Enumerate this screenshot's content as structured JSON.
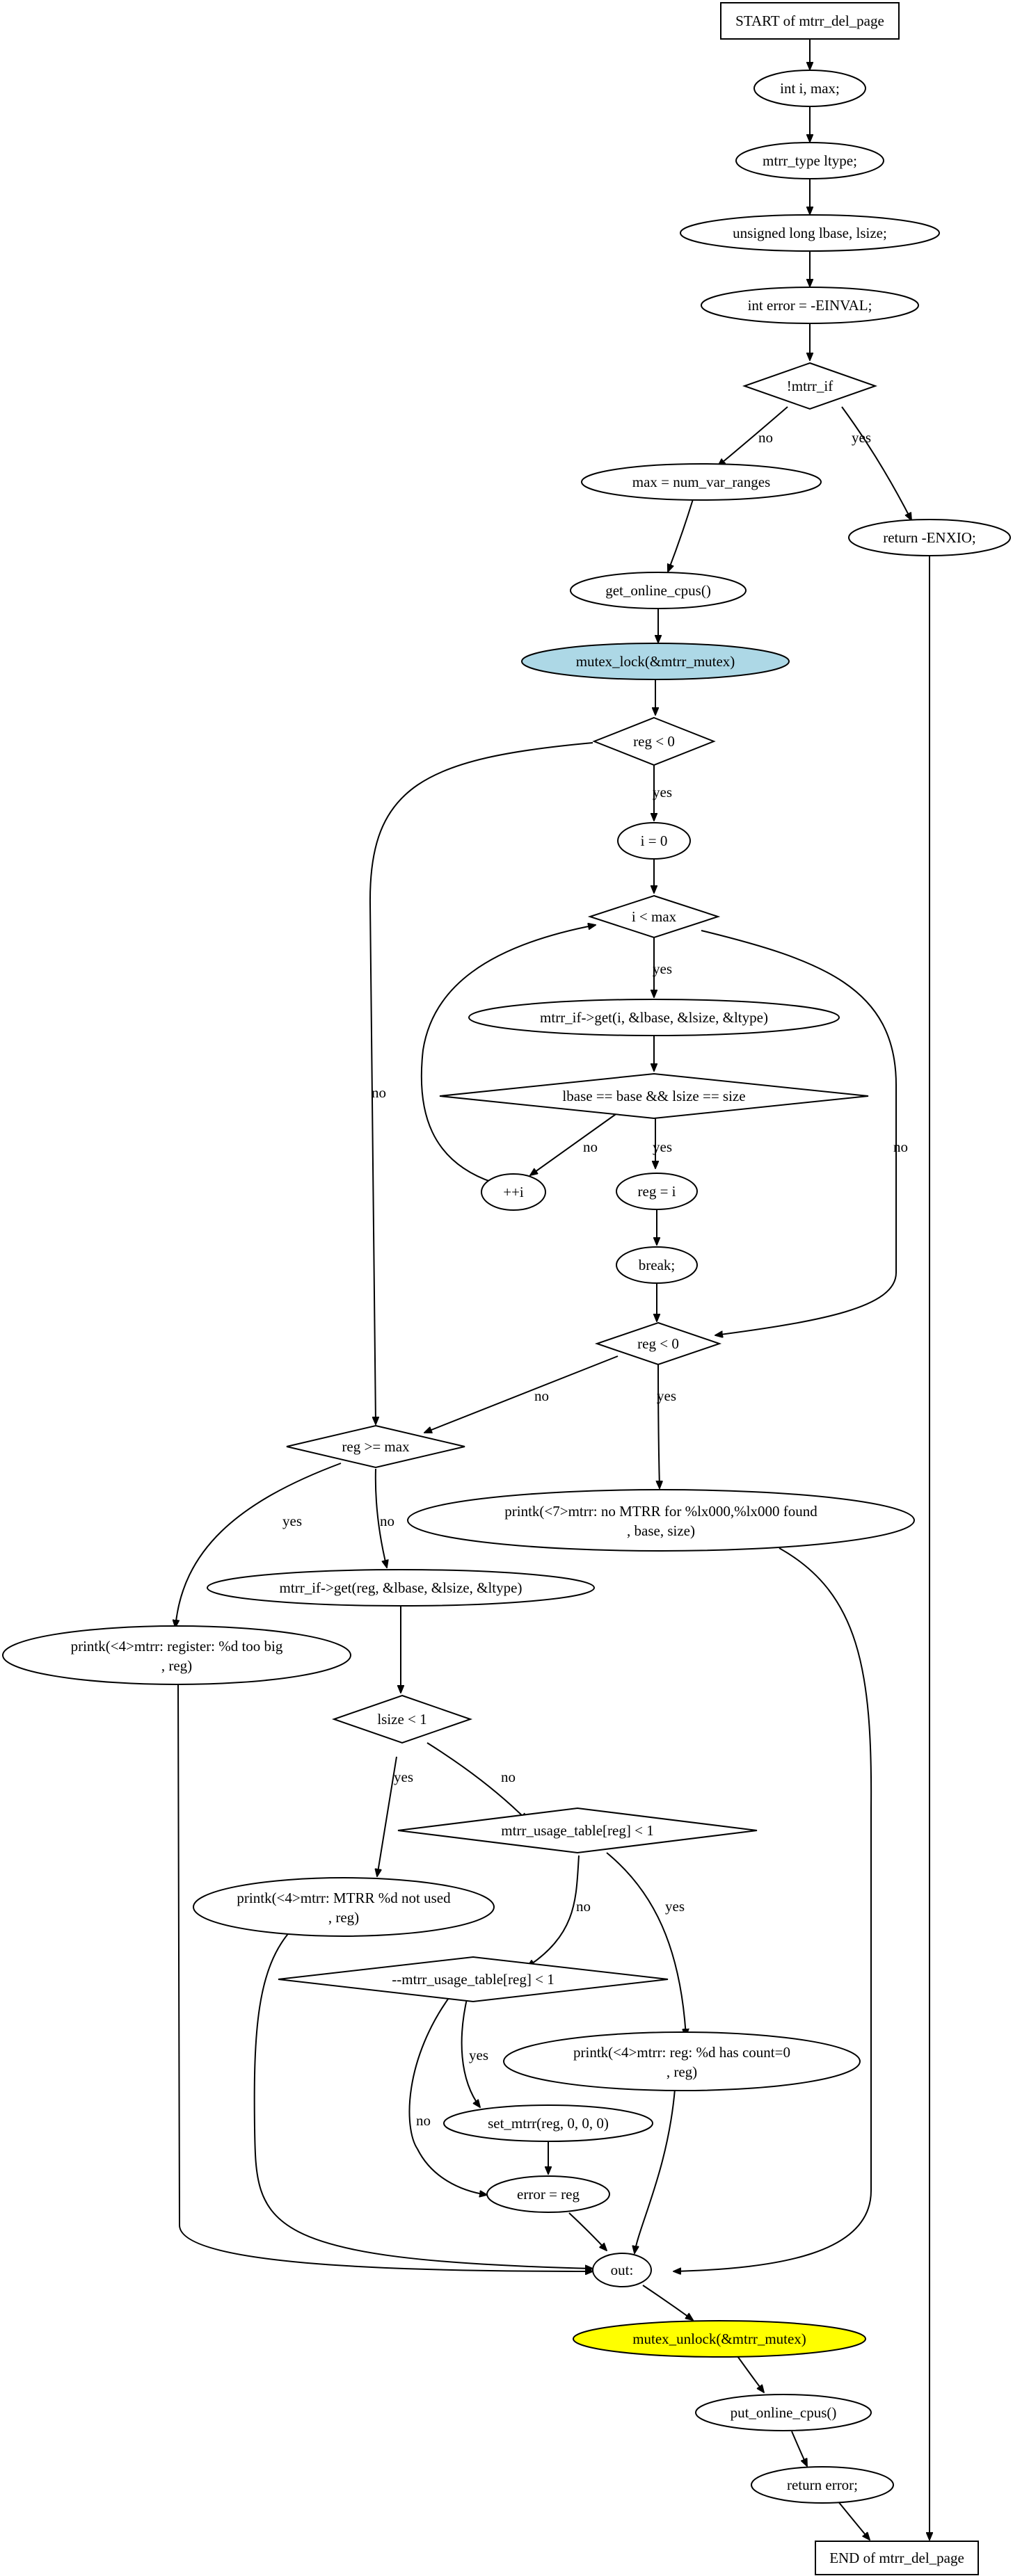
{
  "nodes": {
    "start": {
      "label": "START of mtrr_del_page",
      "shape": "box"
    },
    "decl_i_max": {
      "label": "int i, max;",
      "shape": "ellipse"
    },
    "decl_ltype": {
      "label": "mtrr_type ltype;",
      "shape": "ellipse"
    },
    "decl_lbase": {
      "label": "unsigned long lbase, lsize;",
      "shape": "ellipse"
    },
    "decl_error": {
      "label": "int error = -EINVAL;",
      "shape": "ellipse"
    },
    "dec_mtrr_if": {
      "label": "!mtrr_if",
      "shape": "diamond"
    },
    "max_assign": {
      "label": "max = num_var_ranges",
      "shape": "ellipse"
    },
    "return_enxio": {
      "label": "return -ENXIO;",
      "shape": "ellipse"
    },
    "get_cpus": {
      "label": "get_online_cpus()",
      "shape": "ellipse"
    },
    "mutex_lock": {
      "label": "mutex_lock(&mtrr_mutex)",
      "shape": "ellipse",
      "fill": "#add8e6"
    },
    "dec_reg_lt0_a": {
      "label": "reg < 0",
      "shape": "diamond"
    },
    "i_zero": {
      "label": "i = 0",
      "shape": "ellipse"
    },
    "dec_i_lt_max": {
      "label": "i < max",
      "shape": "diamond"
    },
    "mtrr_get_i": {
      "label": "mtrr_if->get(i, &lbase, &lsize, &ltype)",
      "shape": "ellipse"
    },
    "dec_lbase_eq": {
      "label": "lbase == base && lsize == size",
      "shape": "diamond"
    },
    "inc_i": {
      "label": "++i",
      "shape": "ellipse"
    },
    "reg_eq_i": {
      "label": "reg = i",
      "shape": "ellipse"
    },
    "break": {
      "label": "break;",
      "shape": "ellipse"
    },
    "dec_reg_lt0_b": {
      "label": "reg < 0",
      "shape": "diamond"
    },
    "dec_reg_ge_max": {
      "label": "reg >= max",
      "shape": "diamond"
    },
    "printk_no_mtrr": {
      "label_line1": "printk(<7>mtrr: no MTRR for %lx000,%lx000 found",
      "label_line2": ", base, size)",
      "shape": "ellipse"
    },
    "mtrr_get_reg": {
      "label": "mtrr_if->get(reg, &lbase, &lsize, &ltype)",
      "shape": "ellipse"
    },
    "printk_too_big": {
      "label_line1": "printk(<4>mtrr: register: %d too big",
      "label_line2": ", reg)",
      "shape": "ellipse"
    },
    "dec_lsize_lt1": {
      "label": "lsize < 1",
      "shape": "diamond"
    },
    "dec_usage_lt1": {
      "label": "mtrr_usage_table[reg] < 1",
      "shape": "diamond"
    },
    "printk_not_used": {
      "label_line1": "printk(<4>mtrr: MTRR %d not used",
      "label_line2": ", reg)",
      "shape": "ellipse"
    },
    "dec_dec_usage": {
      "label": "--mtrr_usage_table[reg] < 1",
      "shape": "diamond"
    },
    "printk_count0": {
      "label_line1": "printk(<4>mtrr: reg: %d has count=0",
      "label_line2": ", reg)",
      "shape": "ellipse"
    },
    "set_mtrr": {
      "label": "set_mtrr(reg, 0, 0, 0)",
      "shape": "ellipse"
    },
    "error_reg": {
      "label": "error = reg",
      "shape": "ellipse"
    },
    "out": {
      "label": "out:",
      "shape": "ellipse"
    },
    "mutex_unlock": {
      "label": "mutex_unlock(&mtrr_mutex)",
      "shape": "ellipse",
      "fill": "#ffff00"
    },
    "put_cpus": {
      "label": "put_online_cpus()",
      "shape": "ellipse"
    },
    "return_error": {
      "label": "return error;",
      "shape": "ellipse"
    },
    "end": {
      "label": "END of mtrr_del_page",
      "shape": "box"
    }
  },
  "edge_labels": {
    "yes": "yes",
    "no": "no"
  },
  "colors": {
    "stroke": "#000000",
    "background": "#ffffff",
    "lock_fill": "#add8e6",
    "unlock_fill": "#ffff00"
  }
}
